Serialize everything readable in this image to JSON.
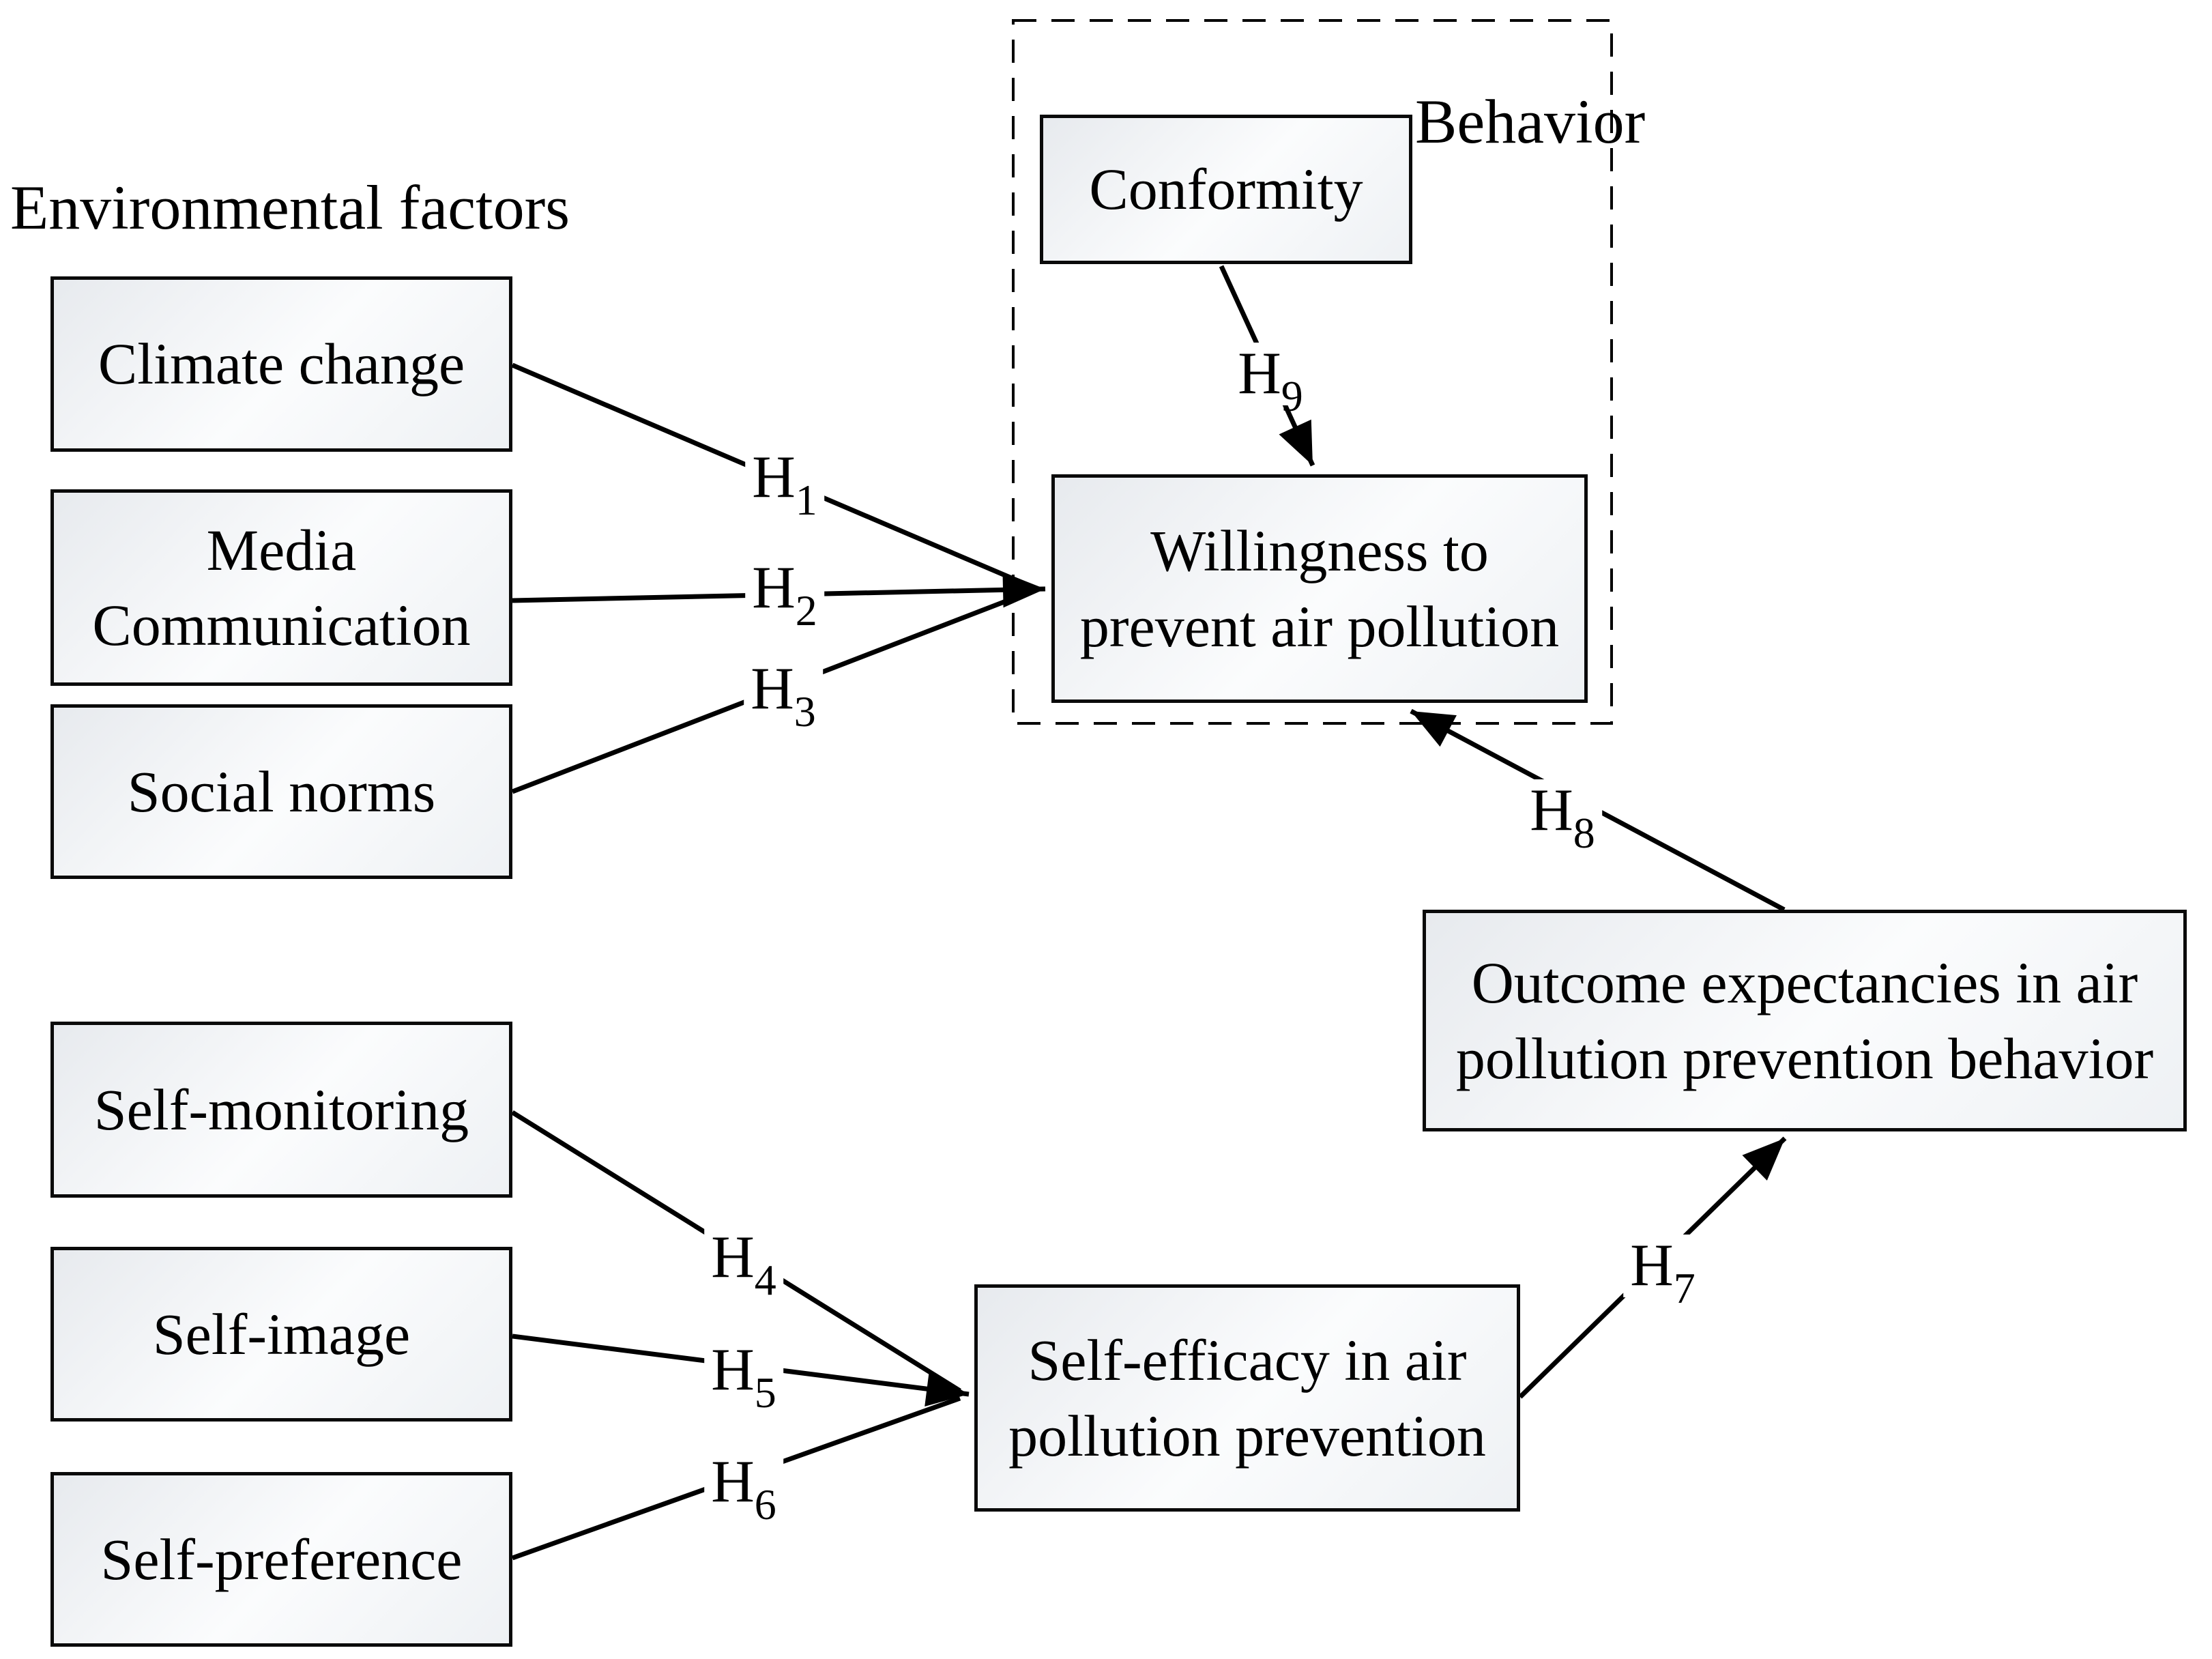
{
  "title": "Environmental factors",
  "behavior_group": {
    "label": "Behavior"
  },
  "boxes": {
    "climate": {
      "label": "Climate change",
      "lines": [
        "Climate change"
      ]
    },
    "media": {
      "label": "Media Communication",
      "lines": [
        "Media",
        "Communication"
      ]
    },
    "social": {
      "label": "Social norms",
      "lines": [
        "Social norms"
      ]
    },
    "conformity": {
      "label": "Conformity",
      "lines": [
        "Conformity"
      ]
    },
    "willingness": {
      "label": "Willingness to prevent air pollution",
      "lines": [
        "Willingness to",
        "prevent air pollution"
      ]
    },
    "outcome": {
      "label": "Outcome expectancies in air pollution prevention behavior",
      "lines": [
        "Outcome expectancies in air",
        "pollution prevention behavior"
      ]
    },
    "self_monitoring": {
      "label": "Self-monitoring",
      "lines": [
        "Self-monitoring"
      ]
    },
    "self_image": {
      "label": "Self-image",
      "lines": [
        "Self-image"
      ]
    },
    "self_preference": {
      "label": "Self-preference",
      "lines": [
        "Self-preference"
      ]
    },
    "self_efficacy": {
      "label": "Self-efficacy in air pollution prevention",
      "lines": [
        "Self-efficacy in air",
        "pollution prevention"
      ]
    }
  },
  "hypotheses": [
    {
      "id": "H1",
      "main": "H",
      "sub": "1",
      "from": "Climate change",
      "to": "Willingness to prevent air pollution"
    },
    {
      "id": "H2",
      "main": "H",
      "sub": "2",
      "from": "Media Communication",
      "to": "Willingness to prevent air pollution"
    },
    {
      "id": "H3",
      "main": "H",
      "sub": "3",
      "from": "Social norms",
      "to": "Willingness to prevent air pollution"
    },
    {
      "id": "H4",
      "main": "H",
      "sub": "4",
      "from": "Self-monitoring",
      "to": "Self-efficacy in air pollution prevention"
    },
    {
      "id": "H5",
      "main": "H",
      "sub": "5",
      "from": "Self-image",
      "to": "Self-efficacy in air pollution prevention"
    },
    {
      "id": "H6",
      "main": "H",
      "sub": "6",
      "from": "Self-preference",
      "to": "Self-efficacy in air pollution prevention"
    },
    {
      "id": "H7",
      "main": "H",
      "sub": "7",
      "from": "Self-efficacy in air pollution prevention",
      "to": "Outcome expectancies in air pollution prevention behavior"
    },
    {
      "id": "H8",
      "main": "H",
      "sub": "8",
      "from": "Outcome expectancies in air pollution prevention behavior",
      "to": "Willingness to prevent air pollution"
    },
    {
      "id": "H9",
      "main": "H",
      "sub": "9",
      "from": "Conformity",
      "to": "Willingness to prevent air pollution"
    }
  ],
  "colors": {
    "line": "#000000",
    "box_border": "#0a0a0a",
    "box_fill_light": "#e7eaee",
    "box_fill_white": "#fbfcfd",
    "background": "#ffffff"
  }
}
